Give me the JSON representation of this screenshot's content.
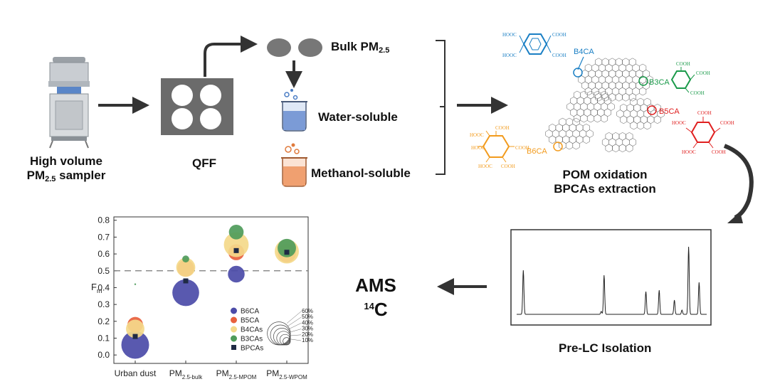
{
  "workflow": {
    "sampler": {
      "line1": "High volume",
      "line2_pre": "PM",
      "line2_sub": "2.5",
      "line2_post": " sampler"
    },
    "qff": "QFF",
    "bulk": {
      "pre": "Bulk PM",
      "sub": "2.5"
    },
    "water": "Water-soluble",
    "methanol": "Methanol-soluble",
    "pom": {
      "line1": "POM oxidation",
      "line2": "BPCAs extraction"
    },
    "pre_lc": "Pre-LC Isolation",
    "ams": {
      "line1": "AMS",
      "line2_sup": "14",
      "line2": "C"
    }
  },
  "molecules": {
    "b4ca": "B4CA",
    "b3ca": "B3CA",
    "b5ca": "B5CA",
    "b6ca": "B6CA",
    "cooh": "COOH",
    "hooc": "HOOC",
    "colors": {
      "b4ca": "#1a7fc4",
      "b3ca": "#1a9a4a",
      "b5ca": "#e02020",
      "b6ca": "#f29b1d"
    }
  },
  "chart_data": {
    "type": "scatter",
    "ylabel_main": "F",
    "ylabel_sub": "m",
    "ylim": [
      -0.05,
      0.82
    ],
    "yticks": [
      "0.0",
      "0.1",
      "0.2",
      "0.3",
      "0.4",
      "0.5",
      "0.6",
      "0.7",
      "0.8"
    ],
    "categories": [
      {
        "main": "Urban dust",
        "sub": ""
      },
      {
        "main": "PM",
        "sub": "2.5-bulk"
      },
      {
        "main": "PM",
        "sub": "2.5-MPOM"
      },
      {
        "main": "PM",
        "sub": "2.5-WPOM"
      }
    ],
    "reference_line": 0.5,
    "series": [
      {
        "name": "B6CA",
        "color": "#4b4ba8",
        "marker": "circle",
        "points": [
          {
            "cat": 0,
            "y": 0.06,
            "size": 0.6
          },
          {
            "cat": 1,
            "y": 0.37,
            "size": 0.55
          },
          {
            "cat": 2,
            "y": 0.48,
            "size": 0.15
          }
        ]
      },
      {
        "name": "B5CA",
        "color": "#e8603c",
        "marker": "circle",
        "points": [
          {
            "cat": 0,
            "y": 0.18,
            "size": 0.12
          },
          {
            "cat": 1,
            "y": 0.515,
            "size": 0.15
          },
          {
            "cat": 2,
            "y": 0.61,
            "size": 0.13
          },
          {
            "cat": 3,
            "y": 0.605,
            "size": 0.2
          }
        ]
      },
      {
        "name": "B4CAs",
        "color": "#f4d98a",
        "marker": "circle",
        "points": [
          {
            "cat": 0,
            "y": 0.155,
            "size": 0.2
          },
          {
            "cat": 1,
            "y": 0.52,
            "size": 0.22
          },
          {
            "cat": 2,
            "y": 0.655,
            "size": 0.45
          },
          {
            "cat": 3,
            "y": 0.615,
            "size": 0.42
          }
        ]
      },
      {
        "name": "B3CAs",
        "color": "#4e9b5a",
        "marker": "circle",
        "points": [
          {
            "cat": 0,
            "y": 0.42,
            "size": 0.02
          },
          {
            "cat": 1,
            "y": 0.57,
            "size": 0.06
          },
          {
            "cat": 2,
            "y": 0.73,
            "size": 0.1
          },
          {
            "cat": 3,
            "y": 0.635,
            "size": 0.2
          }
        ]
      },
      {
        "name": "BPCAs",
        "color": "#1f2a44",
        "marker": "square",
        "points": [
          {
            "cat": 0,
            "y": 0.11,
            "size": 0
          },
          {
            "cat": 1,
            "y": 0.44,
            "size": 0
          },
          {
            "cat": 2,
            "y": 0.62,
            "size": 0
          },
          {
            "cat": 3,
            "y": 0.61,
            "size": 0
          }
        ]
      }
    ],
    "size_legend": [
      "60%",
      "50%",
      "40%",
      "30%",
      "20%",
      "10%"
    ],
    "size_legend_values": [
      0.6,
      0.5,
      0.4,
      0.3,
      0.2,
      0.1
    ]
  },
  "chromatogram": {
    "peaks": [
      {
        "t": 0.035,
        "h": 0.62
      },
      {
        "t": 0.46,
        "h": 0.55
      },
      {
        "t": 0.68,
        "h": 0.32
      },
      {
        "t": 0.75,
        "h": 0.34
      },
      {
        "t": 0.83,
        "h": 0.2
      },
      {
        "t": 0.87,
        "h": 0.06
      },
      {
        "t": 0.905,
        "h": 0.95
      },
      {
        "t": 0.96,
        "h": 0.45
      },
      {
        "t": 0.445,
        "h": 0.04
      }
    ]
  }
}
